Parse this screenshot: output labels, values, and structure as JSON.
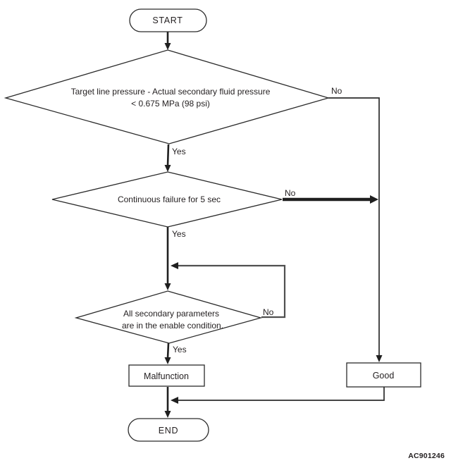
{
  "colors": {
    "background": "#ffffff",
    "ink": "#231f20"
  },
  "flowchart": {
    "nodes": {
      "start": {
        "label": "START"
      },
      "decision1": {
        "line1": "Target line pressure - Actual secondary fluid pressure",
        "line2": "< 0.675 MPa (98 psi)"
      },
      "decision2": {
        "label": "Continuous failure for 5 sec"
      },
      "decision3": {
        "line1": "All secondary parameters",
        "line2": "are in the enable condition."
      },
      "malfunction": {
        "label": "Malfunction"
      },
      "good": {
        "label": "Good"
      },
      "end": {
        "label": "END"
      }
    },
    "edges": {
      "d1_yes": "Yes",
      "d1_no": "No",
      "d2_yes": "Yes",
      "d2_no": "No",
      "d3_yes": "Yes",
      "d3_no": "No"
    },
    "figure_code": "AC901246"
  }
}
